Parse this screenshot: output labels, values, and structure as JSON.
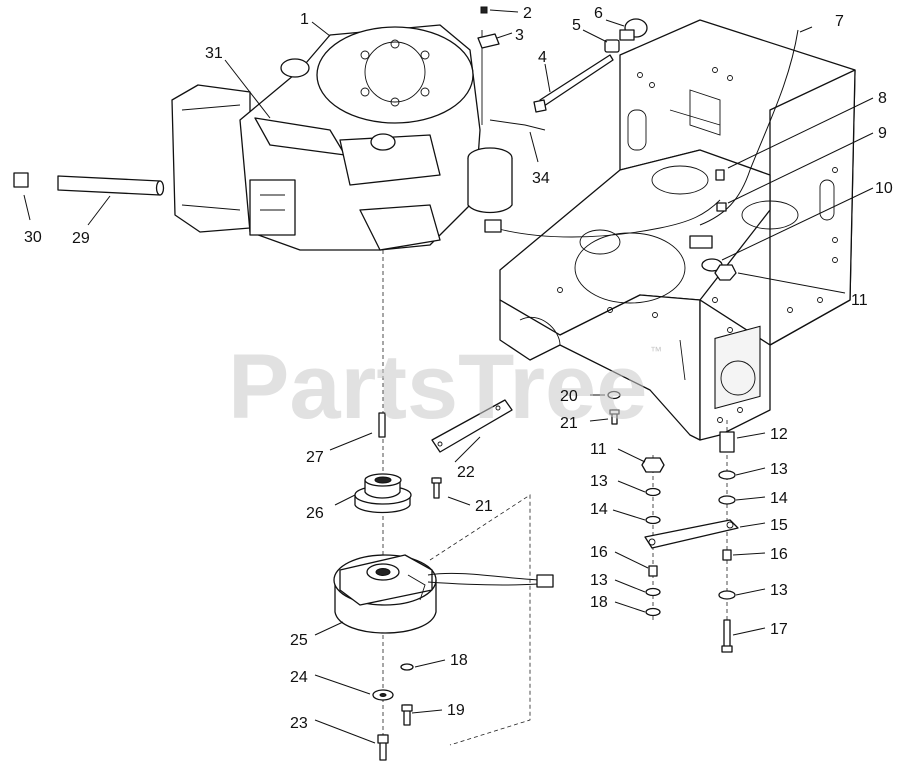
{
  "watermark": {
    "text": "PartsTree",
    "trademark": "™"
  },
  "callouts": {
    "c1": "1",
    "c2": "2",
    "c3": "3",
    "c4": "4",
    "c5": "5",
    "c6": "6",
    "c7": "7",
    "c8": "8",
    "c9": "9",
    "c10": "10",
    "c11a": "11",
    "c11b": "11",
    "c12": "12",
    "c13a": "13",
    "c13b": "13",
    "c13c": "13",
    "c13d": "13",
    "c14a": "14",
    "c14b": "14",
    "c15": "15",
    "c16a": "16",
    "c16b": "16",
    "c17": "17",
    "c18a": "18",
    "c18b": "18",
    "c19": "19",
    "c20": "20",
    "c21a": "21",
    "c21b": "21",
    "c22": "22",
    "c23": "23",
    "c24": "24",
    "c25": "25",
    "c26": "26",
    "c27": "27",
    "c29": "29",
    "c30": "30",
    "c31": "31",
    "c34": "34"
  }
}
